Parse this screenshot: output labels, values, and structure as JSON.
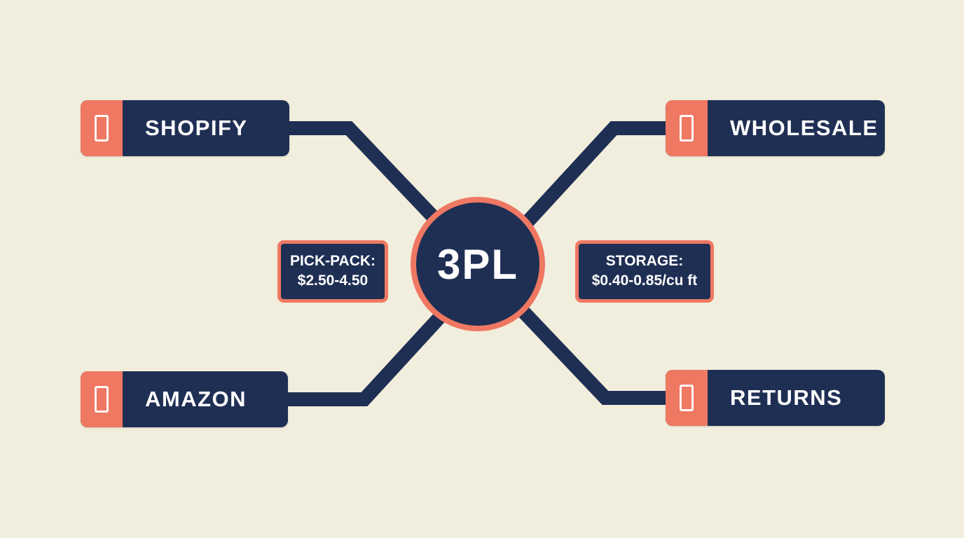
{
  "diagram": {
    "hub": {
      "title": "3PL"
    },
    "nodes": [
      {
        "id": "shopify",
        "label": "SHOPIFY",
        "icon": "package-icon",
        "position": "top-left"
      },
      {
        "id": "wholesale",
        "label": "WHOLESALE",
        "icon": "package-icon",
        "position": "top-right"
      },
      {
        "id": "amazon",
        "label": "AMAZON",
        "icon": "package-icon",
        "position": "bottom-left"
      },
      {
        "id": "returns",
        "label": "RETURNS",
        "icon": "package-icon",
        "position": "bottom-right"
      }
    ],
    "callouts": {
      "pick_pack": {
        "line1": "PICK-PACK:",
        "line2": "$2.50-4.50"
      },
      "storage": {
        "line1": "STORAGE:",
        "line2": "$0.40-0.85/cu ft"
      }
    },
    "colors": {
      "background": "#f2eedd",
      "navy": "#1f2f54",
      "coral": "#ef7862",
      "text": "#ffffff"
    }
  }
}
